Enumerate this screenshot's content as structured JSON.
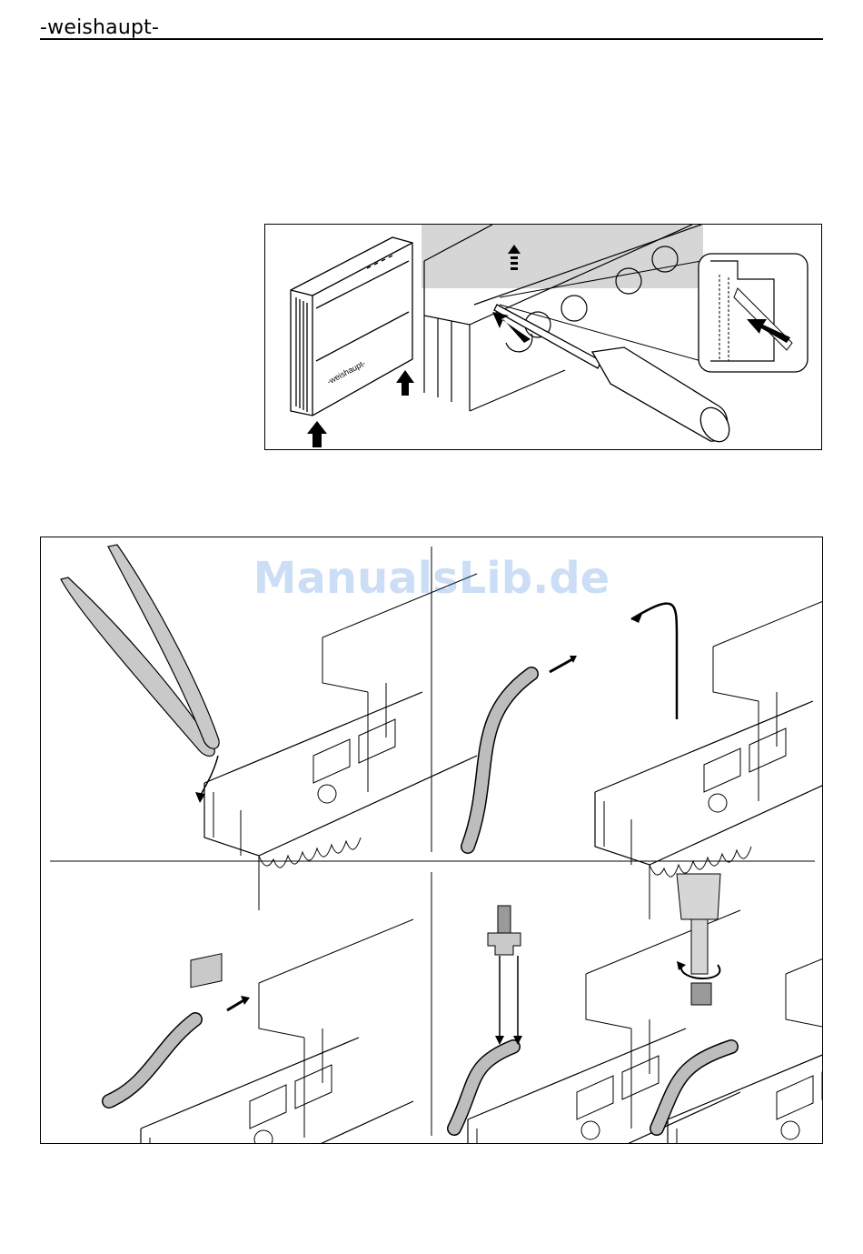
{
  "header": {
    "brand": "-weishaupt-"
  },
  "figure_top": {
    "device_label": "-weishaupt-",
    "icons": [
      "arrow-up-icon",
      "screwdriver-icon",
      "detail-zoom-icon"
    ]
  },
  "figure_main": {
    "panels": [
      "pliers-step",
      "connector-step",
      "plug-in-step",
      "strain-relief-step",
      "screw-tighten-step"
    ]
  },
  "watermark": {
    "text": "ManualsLib.de"
  },
  "colors": {
    "line": "#000000",
    "cable": "#bdbdbd",
    "tool": "#c9c9c9",
    "watermark": "#1a6fd6"
  }
}
